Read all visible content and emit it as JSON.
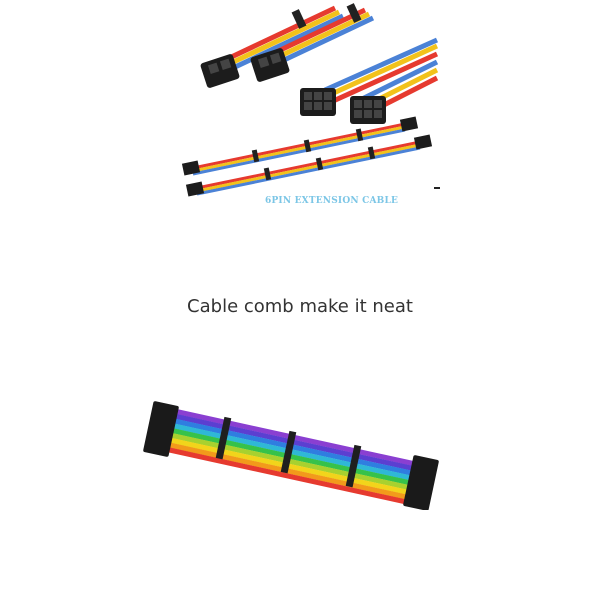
{
  "top_product": {
    "caption": "6PIN EXTENSION CABLE",
    "image_description_name": "6pin-extension-cables-photo"
  },
  "section": {
    "heading": "Cable comb make it neat"
  },
  "bottom_product": {
    "image_description_name": "24pin-rainbow-cable-with-combs-photo"
  },
  "colors": {
    "caption": "#7cc6e6",
    "heading": "#333333",
    "background": "#ffffff"
  }
}
